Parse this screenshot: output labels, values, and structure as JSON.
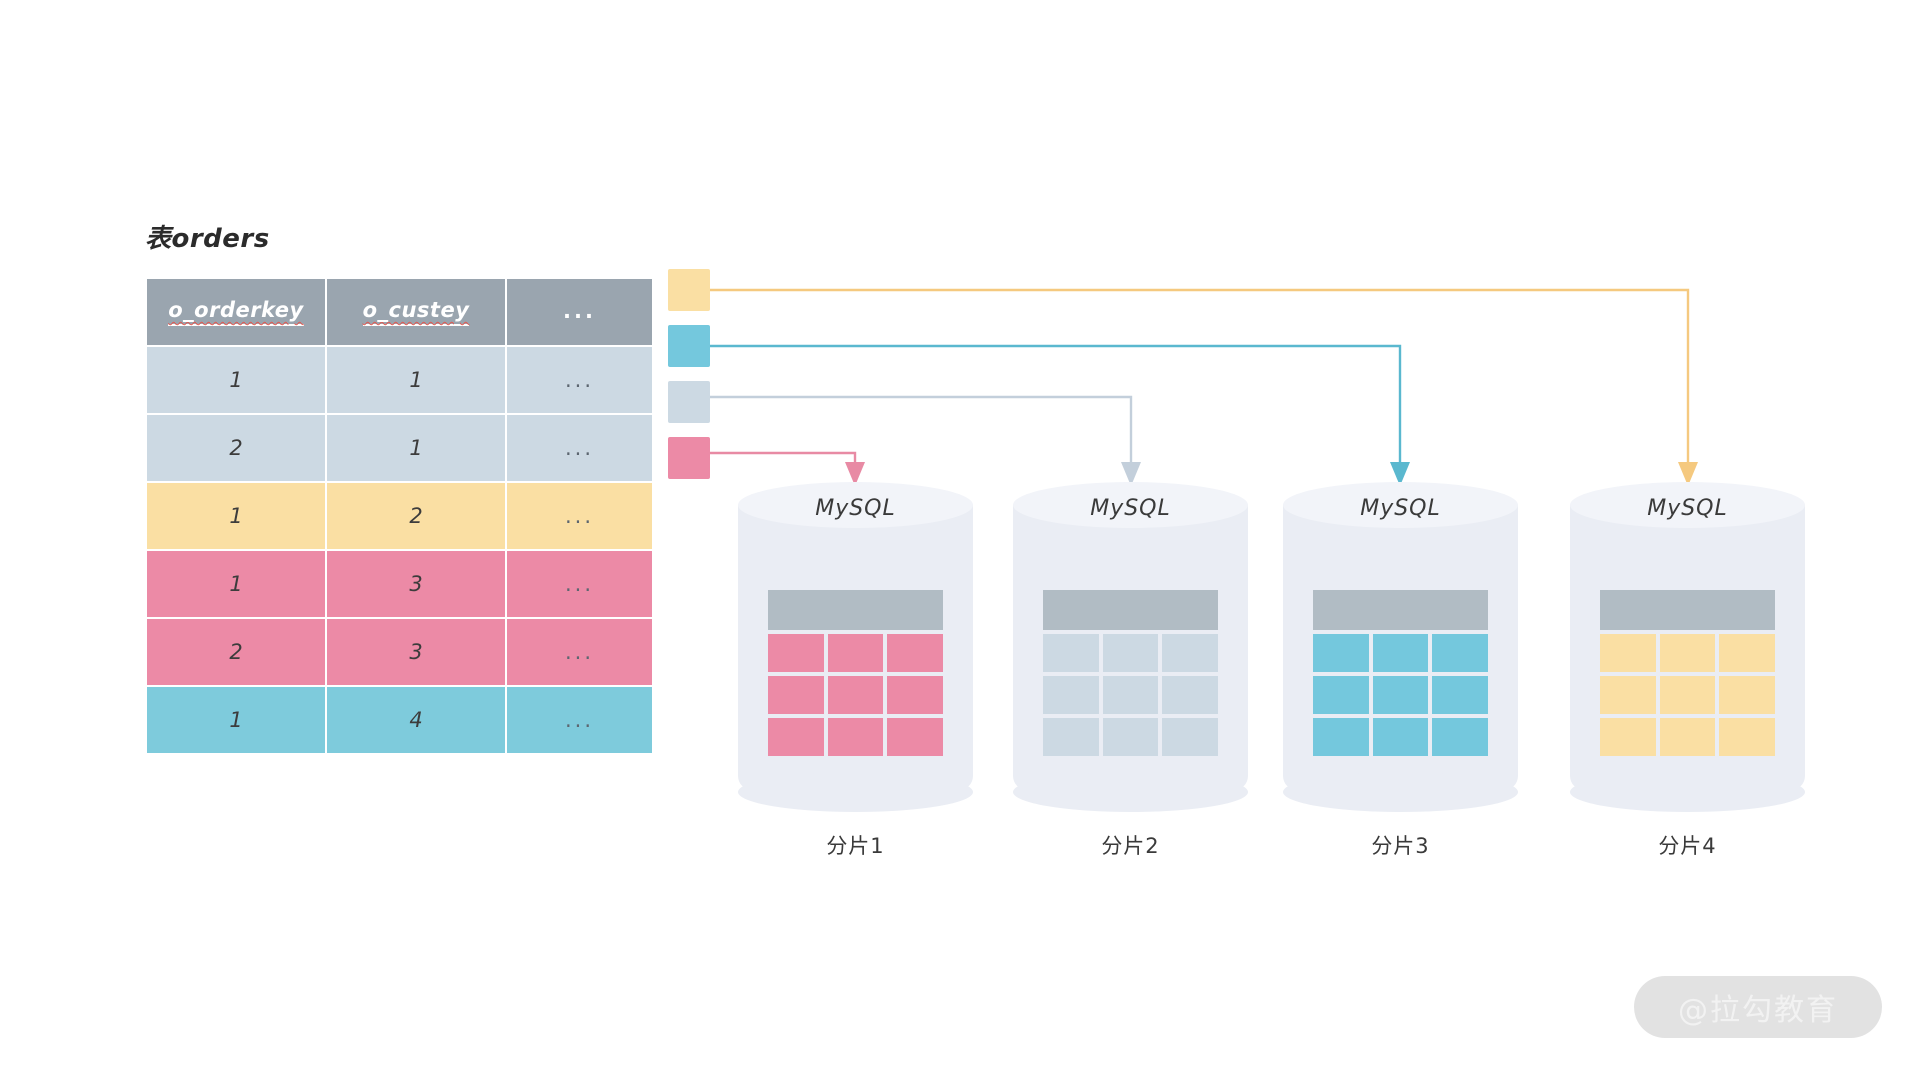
{
  "source_table": {
    "title": "表orders",
    "columns": [
      "o_orderkey",
      "o_custey",
      "..."
    ],
    "rows": [
      {
        "orderkey": "1",
        "custey": "1",
        "more": "...",
        "color_key": "blue"
      },
      {
        "orderkey": "2",
        "custey": "1",
        "more": "...",
        "color_key": "blue"
      },
      {
        "orderkey": "1",
        "custey": "2",
        "more": "...",
        "color_key": "amber"
      },
      {
        "orderkey": "1",
        "custey": "3",
        "more": "...",
        "color_key": "pink"
      },
      {
        "orderkey": "2",
        "custey": "3",
        "more": "...",
        "color_key": "pink"
      },
      {
        "orderkey": "1",
        "custey": "4",
        "more": "...",
        "color_key": "cyan"
      }
    ]
  },
  "legend": [
    {
      "name": "amber",
      "color": "#fadfa3"
    },
    {
      "name": "cyan",
      "color": "#74c8dd"
    },
    {
      "name": "blue",
      "color": "#ccd9e3"
    },
    {
      "name": "pink",
      "color": "#ec8aa6"
    }
  ],
  "shards": [
    {
      "db_label": "MySQL",
      "caption": "分片1",
      "cell_color": "#ec8aa6",
      "header_color": "#b1bcc4"
    },
    {
      "db_label": "MySQL",
      "caption": "分片2",
      "cell_color": "#ccd9e3",
      "header_color": "#b1bcc4"
    },
    {
      "db_label": "MySQL",
      "caption": "分片3",
      "cell_color": "#74c8dd",
      "header_color": "#b1bcc4"
    },
    {
      "db_label": "MySQL",
      "caption": "分片4",
      "cell_color": "#fadfa3",
      "header_color": "#b1bcc4"
    }
  ],
  "connections": [
    {
      "from": "amber",
      "to": "分片4",
      "color": "#f5c97f"
    },
    {
      "from": "cyan",
      "to": "分片3",
      "color": "#5ab8cf"
    },
    {
      "from": "blue",
      "to": "分片2",
      "color": "#c3cfdb"
    },
    {
      "from": "pink",
      "to": "分片1",
      "color": "#e88aa4"
    }
  ],
  "colors": {
    "header_gray": "#9aa5af",
    "cylinder_body": "#eaedf4",
    "cylinder_top": "#f2f4f9",
    "background": "#ffffff"
  },
  "watermark": {
    "text": "@拉勾教育"
  }
}
